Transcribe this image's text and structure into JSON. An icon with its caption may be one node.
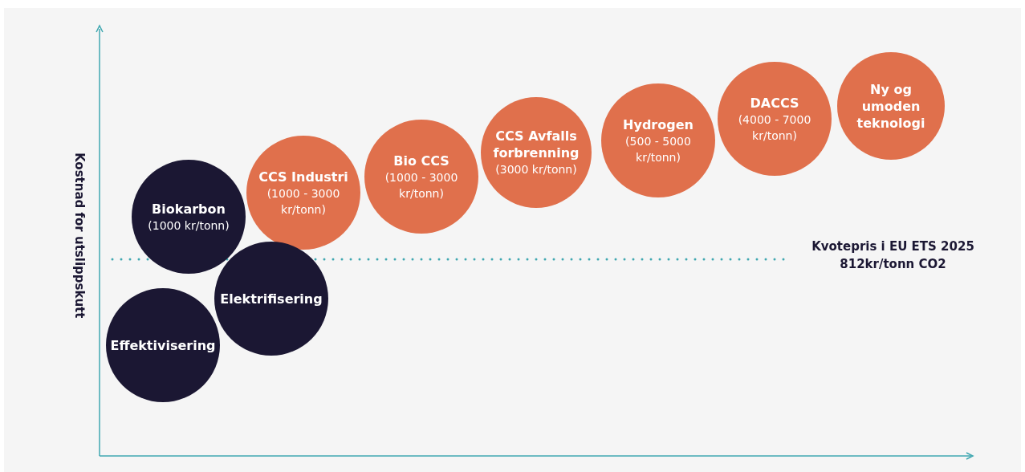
{
  "diagram": {
    "nodes": [
      {
        "text": [
          "Effektivisering"
        ]
      },
      {
        "text": [
          "Biokarbon",
          "(1000 kr/tonn)"
        ]
      },
      {
        "text": [
          "Elektrifisering"
        ]
      },
      {
        "text": [
          "CCS Industri",
          "(1000 - 3000 kr/tonn)"
        ]
      },
      {
        "text": [
          "Bio CCS",
          "(1000 - 3000 kr/tonn)"
        ]
      },
      {
        "text": [
          "CCS Avfalls forbrenning",
          "(3000 kr/tonn)"
        ]
      },
      {
        "text": [
          "Hydrogen",
          "(500 - 5000 kr/tonn)"
        ]
      },
      {
        "text": [
          "DACCS",
          "(4000 - 7000 kr/tonn)"
        ]
      },
      {
        "text": [
          "Ny og umoden teknologi"
        ]
      }
    ],
    "edges": [],
    "labels": [
      "Kostnad for utslippskutt",
      "Kvotepris i EU ETS 2025 812kr/tonn CO2"
    ]
  }
}
